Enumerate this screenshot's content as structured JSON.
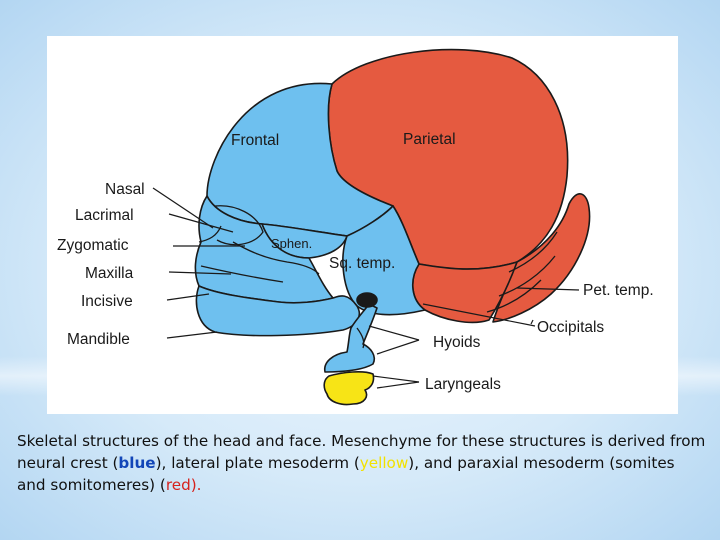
{
  "colors": {
    "neural_crest_blue": "#6ec0ef",
    "lateral_plate_yellow": "#f7e416",
    "paraxial_red": "#e55a40",
    "outline": "#1a1a1a"
  },
  "diagram": {
    "labels": {
      "frontal": "Frontal",
      "parietal": "Parietal",
      "nasal": "Nasal",
      "lacrimal": "Lacrimal",
      "zygomatic": "Zygomatic",
      "maxilla": "Maxilla",
      "incisive": "Incisive",
      "mandible": "Mandible",
      "sphen": "Sphen.",
      "sq_temp": "Sq. temp.",
      "pet_temp": "Pet. temp.",
      "occipitals": "Occipitals",
      "hyoids": "Hyoids",
      "laryngeals": "Laryngeals"
    }
  },
  "caption": {
    "part1": "Skeletal structures of the head and face. Mesenchyme for these structures is derived from neural crest (",
    "blue": "blue",
    "part2": "), lateral plate mesoderm (",
    "yellow": "yellow",
    "part3": "), and paraxial mesoderm (somites and somitomeres) (",
    "red": "red).",
    "part4": ""
  }
}
